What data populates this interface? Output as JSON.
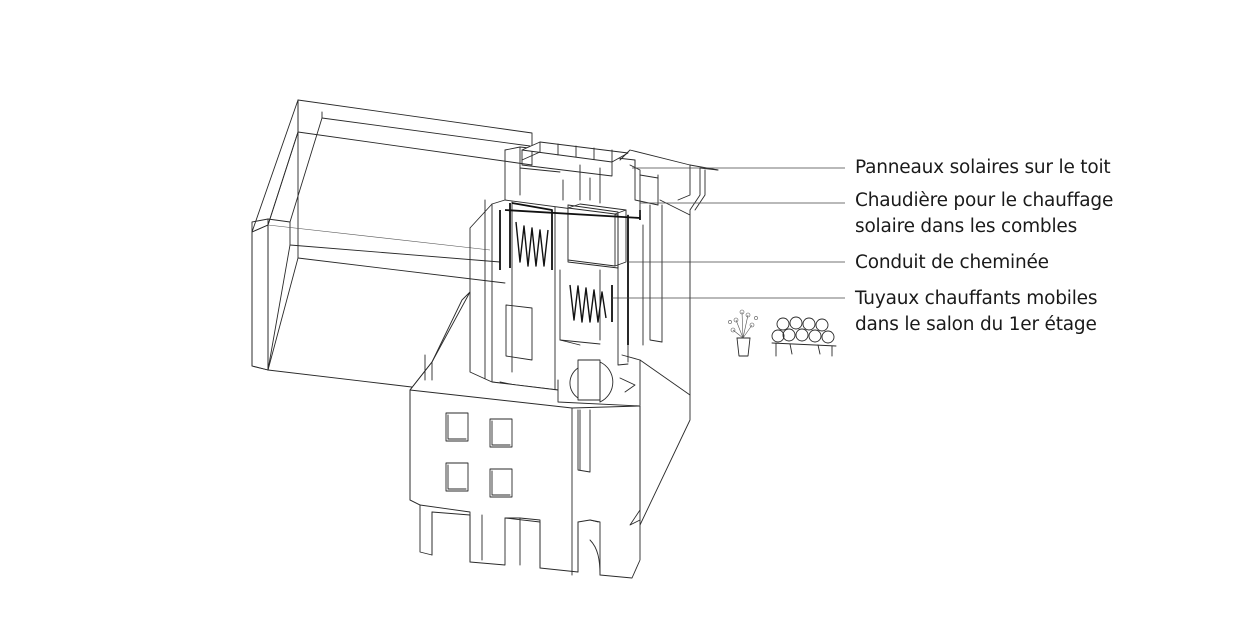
{
  "annotations": [
    {
      "id": "solar-panels",
      "text": "Panneaux solaires sur le toit"
    },
    {
      "id": "boiler",
      "text": "Chaudière pour le chauffage\nsolaire dans les combles"
    },
    {
      "id": "chimney",
      "text": "Conduit de cheminée"
    },
    {
      "id": "heating-pipes",
      "text": "Tuyaux chauffants mobiles\ndans le salon du 1er étage"
    }
  ],
  "colors": {
    "line": "#2a2a2a",
    "background": "#ffffff",
    "text": "#1a1a1a"
  }
}
